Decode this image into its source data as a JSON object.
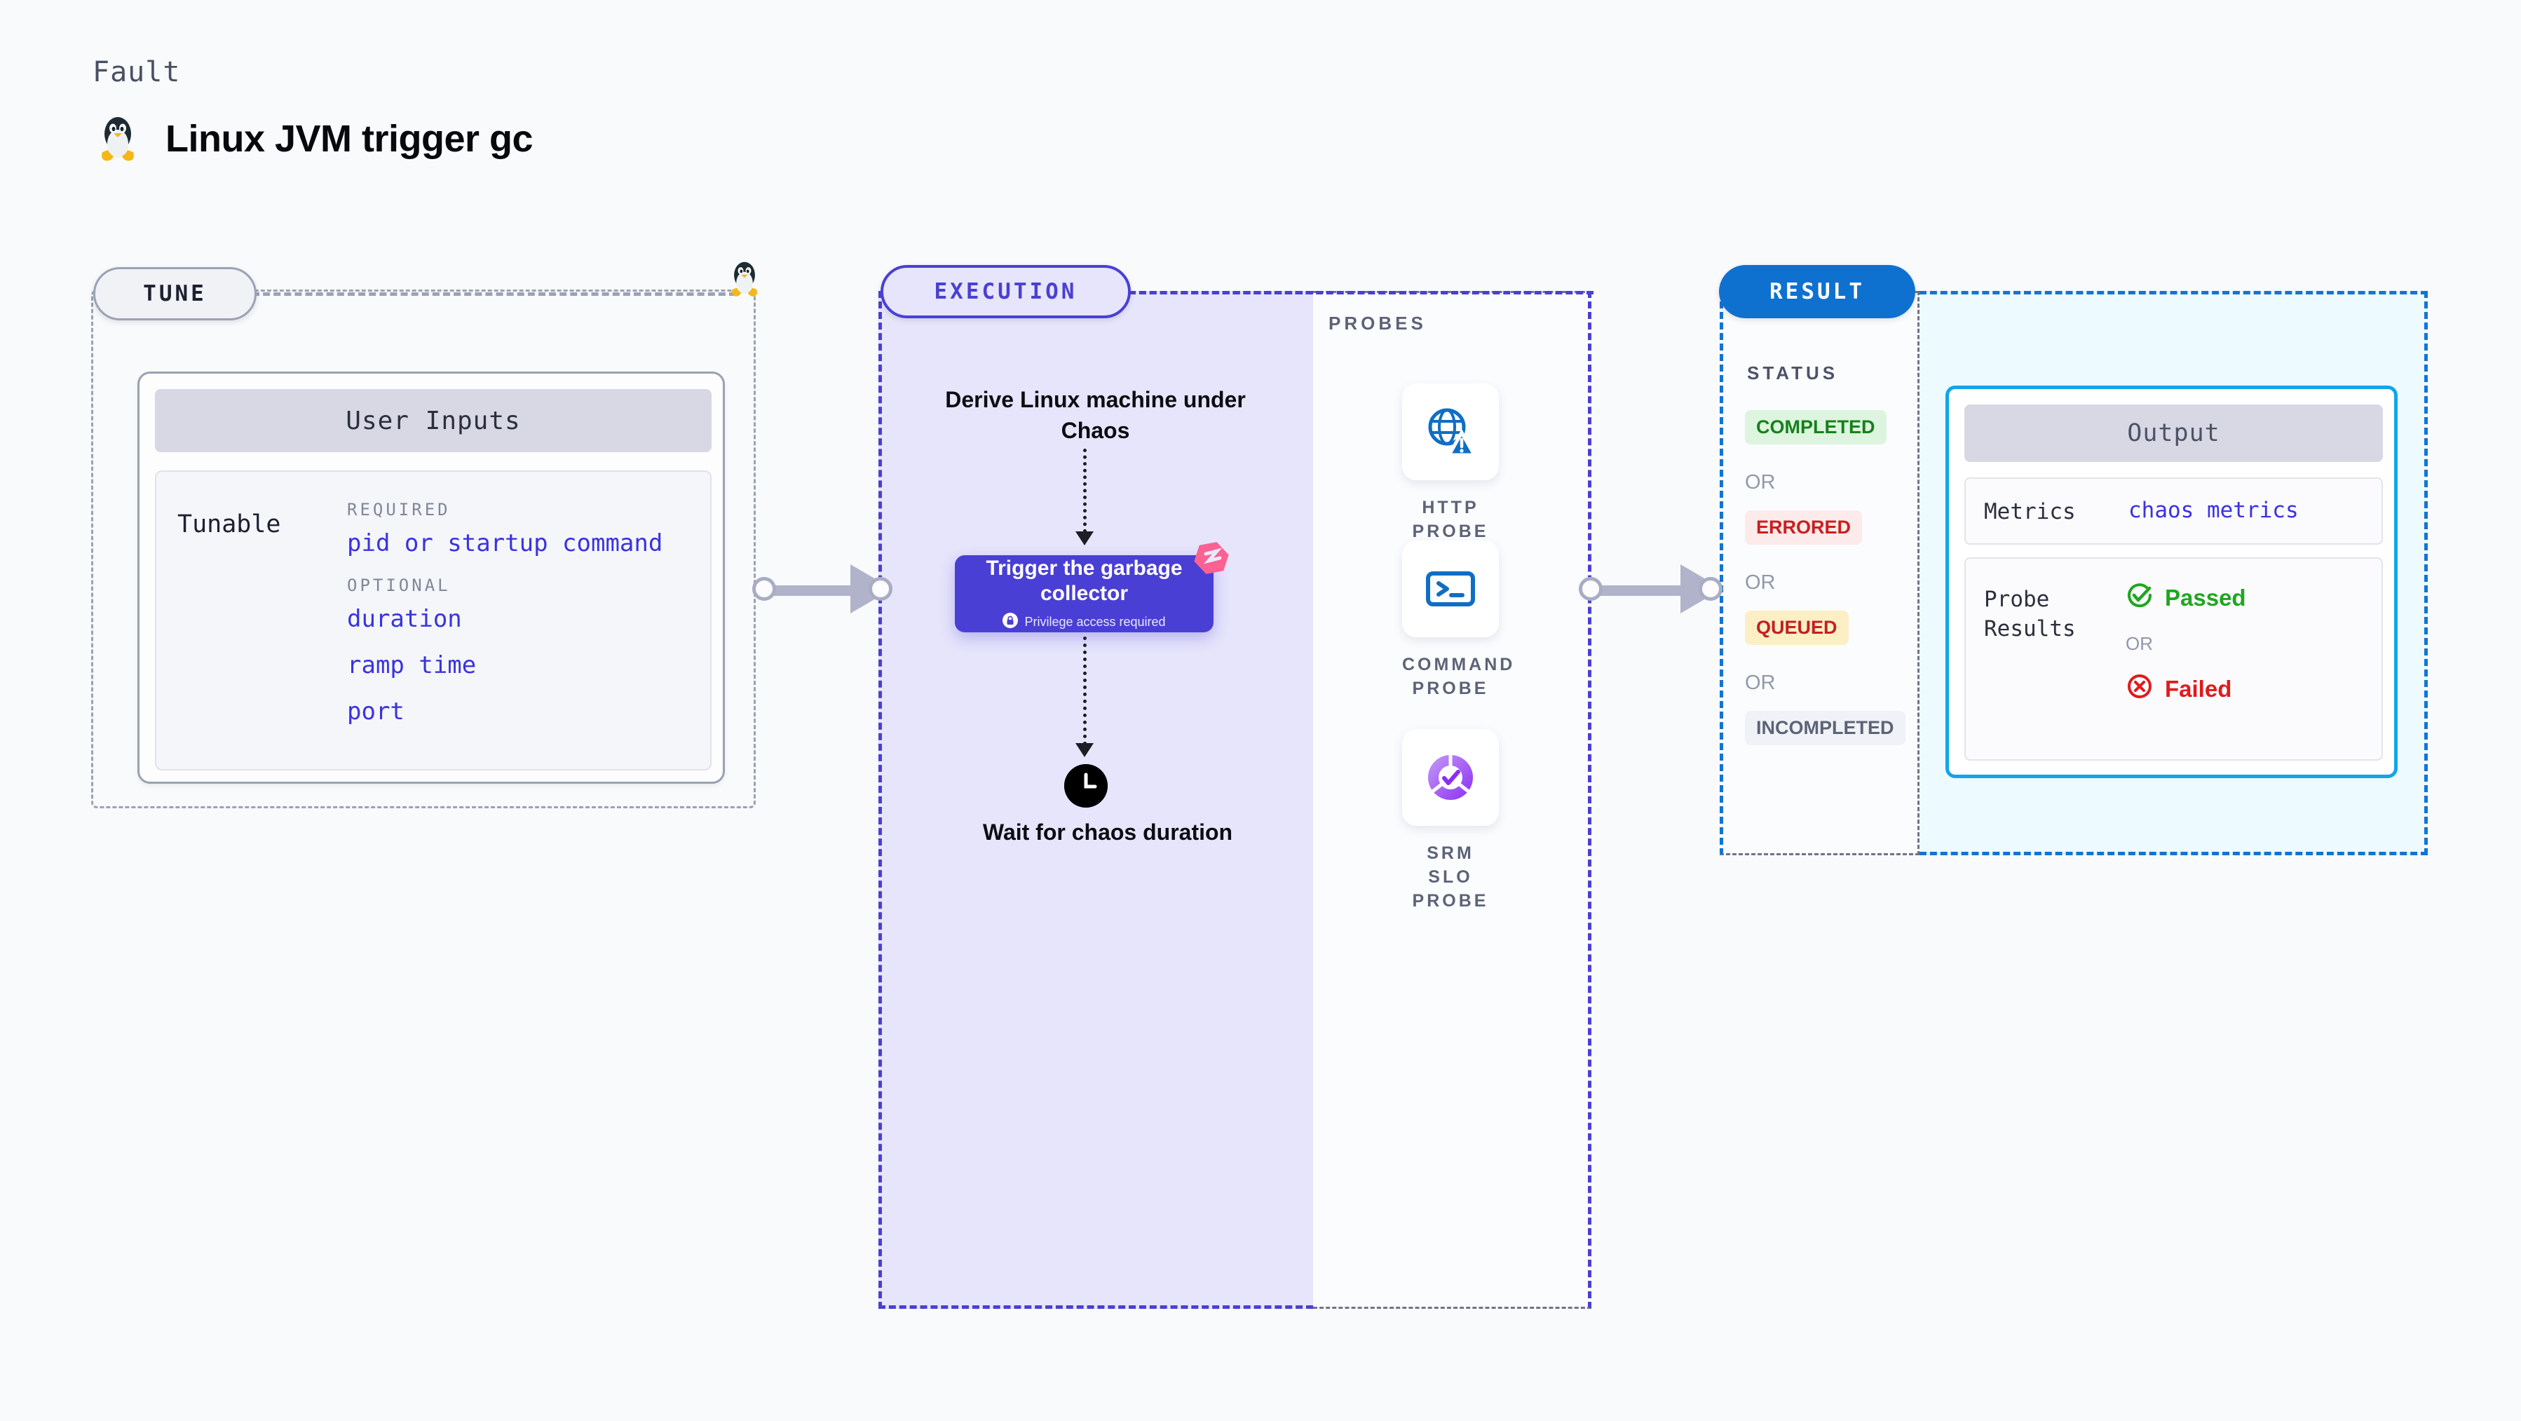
{
  "header": {
    "kicker": "Fault",
    "title": "Linux JVM trigger gc",
    "icon": "linux-penguin-icon"
  },
  "tune": {
    "pill_label": "TUNE",
    "corner_icon": "linux-penguin-icon",
    "card": {
      "header": "User Inputs",
      "row_label": "Tunable",
      "groups": [
        {
          "heading": "REQUIRED",
          "items": [
            "pid or startup command"
          ]
        },
        {
          "heading": "OPTIONAL",
          "items": [
            "duration",
            "ramp time",
            "port"
          ]
        }
      ]
    }
  },
  "execution": {
    "pill_label": "EXECUTION",
    "step_1": "Derive Linux machine under Chaos",
    "action_card": {
      "title": "Trigger the garbage collector",
      "note": "Privilege access required",
      "note_icon": "lock-icon",
      "corner_icon": "chaos-badge-icon"
    },
    "step_3": "Wait for chaos duration",
    "step_3_icon": "clock-icon"
  },
  "probes": {
    "label": "PROBES",
    "items": [
      {
        "icon": "globe-warning-icon",
        "name": "HTTP PROBE"
      },
      {
        "icon": "terminal-icon",
        "name": "COMMAND PROBE"
      },
      {
        "icon": "slo-donut-check-icon",
        "name": "SRM SLO PROBE"
      }
    ]
  },
  "result": {
    "pill_label": "RESULT",
    "status_label": "STATUS",
    "or_label": "OR",
    "statuses": [
      {
        "label": "COMPLETED",
        "bg": "#ddf5df",
        "fg": "#16801b"
      },
      {
        "label": "ERRORED",
        "bg": "#fdeaea",
        "fg": "#ca1f1f"
      },
      {
        "label": "QUEUED",
        "bg": "#fcefc6",
        "fg": "#c41f1f"
      },
      {
        "label": "INCOMPLETED",
        "bg": "#f1f2f7",
        "fg": "#5d6377"
      }
    ],
    "output": {
      "header": "Output",
      "metrics_label": "Metrics",
      "metrics_value": "chaos metrics",
      "probe_results_label": "Probe Results",
      "or_label": "OR",
      "passed": {
        "label": "Passed",
        "icon": "check-circle-icon",
        "color": "#1ea71e"
      },
      "failed": {
        "label": "Failed",
        "icon": "x-circle-icon",
        "color": "#e01b1b"
      }
    }
  },
  "colors": {
    "page_bg": "#f9fafc",
    "tune_border": "#9ba2b4",
    "execution_accent": "#4a3fd4",
    "execution_bg": "#e6e5fb",
    "result_accent": "#1274d4",
    "result_bg": "#edfaff",
    "output_border": "#12a5e8",
    "link_blue": "#3a32e0",
    "connector": "#b0b3c9"
  }
}
